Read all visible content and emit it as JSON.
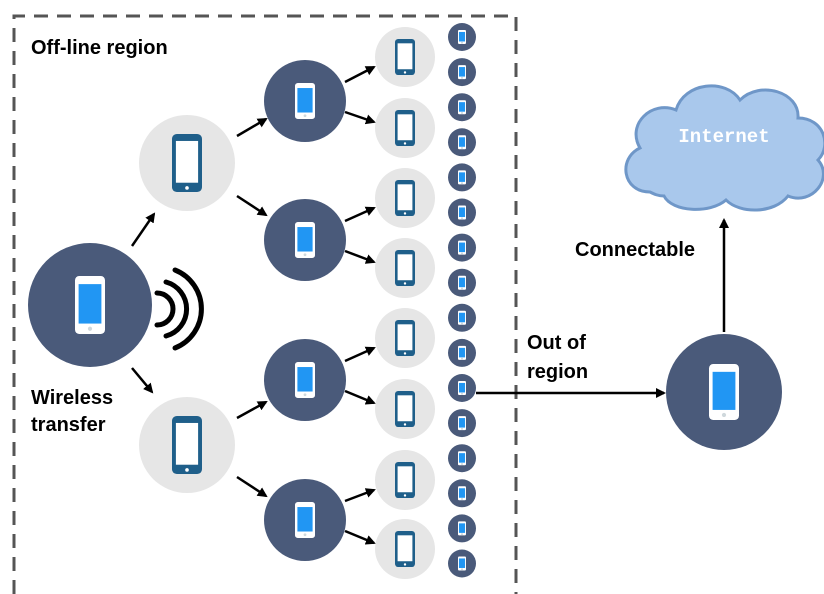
{
  "labels": {
    "region": "Off-line region",
    "wireless_line1": "Wireless",
    "wireless_line2": "transfer",
    "out_line1": "Out of",
    "out_line2": "region",
    "connectable": "Connectable",
    "internet": "Internet"
  },
  "colors": {
    "dark_node": "#4a5a7a",
    "light_node": "#e6e6e6",
    "phone_screen_dark": "#2196f3",
    "phone_dark_body": "#1f5f8a",
    "cloud_fill": "#a9c8ec",
    "cloud_stroke": "#6f97c8",
    "region_border": "#555555"
  },
  "icons": {
    "device": "smartphone-icon",
    "signal": "wireless-signal-icon",
    "cloud": "cloud-icon"
  }
}
